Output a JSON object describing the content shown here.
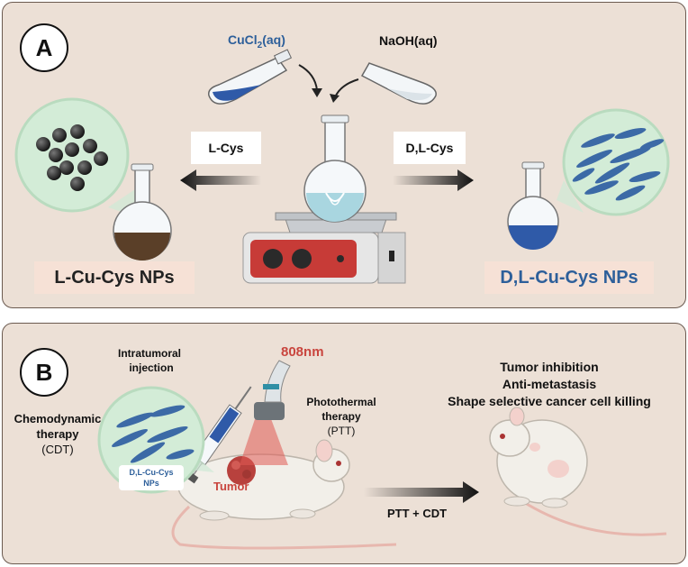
{
  "panel_a": {
    "badge": "A",
    "reagent_1_prefix": "CuCl",
    "reagent_1_sub": "2",
    "reagent_1_suffix": "(aq)",
    "reagent_2": "NaOH(aq)",
    "left_ligand": "L-Cys",
    "right_ligand": "D,L-Cys",
    "left_product": "L-Cu-Cys NPs",
    "right_product": "D,L-Cu-Cys NPs"
  },
  "panel_b": {
    "badge": "B",
    "injection_line1": "Intratumoral",
    "injection_line2": "injection",
    "wavelength": "808nm",
    "cdt_line1": "Chemodynamic",
    "cdt_line2": "therapy",
    "cdt_abbr": "(CDT)",
    "ptt_line1": "Photothermal",
    "ptt_line2": "therapy",
    "ptt_abbr": "(PTT)",
    "np_label_line1": "D,L-Cu-Cys",
    "np_label_line2": "NPs",
    "tumor_label": "Tumor",
    "combo_label": "PTT + CDT",
    "outcome_1": "Tumor inhibition",
    "outcome_2": "Anti-metastasis",
    "outcome_3": "Shape selective cancer cell killing"
  },
  "colors": {
    "panel_bg": "#ece0d6",
    "blue_text": "#2d5f9a",
    "red_text": "#c9453e",
    "product_box": "#f6e1d6",
    "brown_solution": "#5a3f28",
    "blue_solution": "#2f5aa8"
  }
}
